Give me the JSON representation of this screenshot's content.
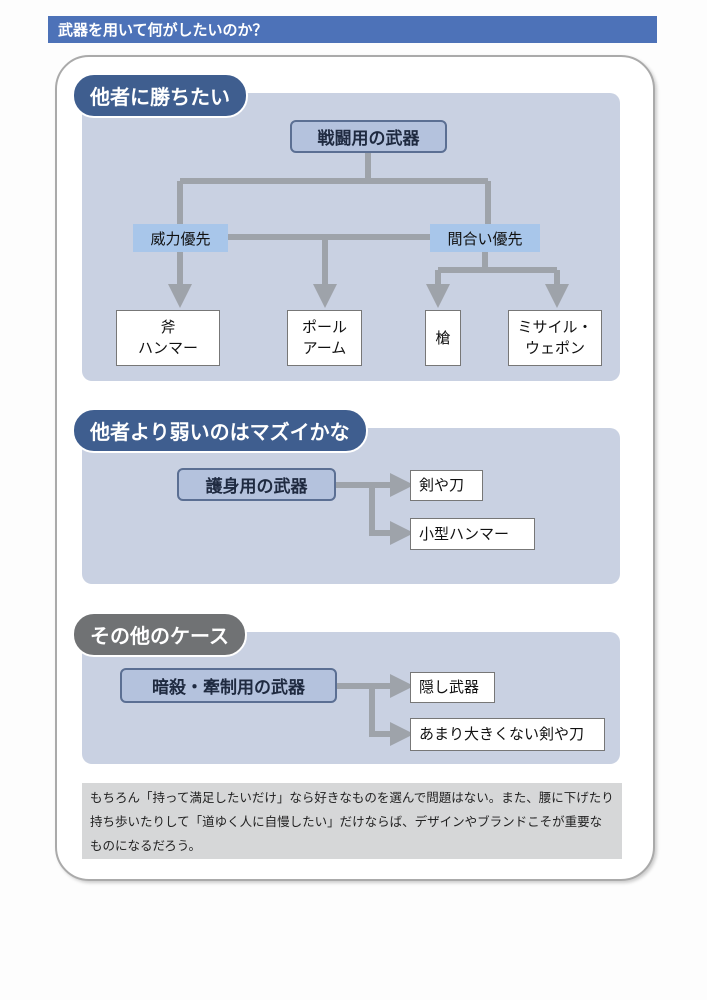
{
  "header": {
    "title": "武器を用いて何がしたいのか？"
  },
  "sections": [
    {
      "title": "他者に勝ちたい",
      "root": "戦闘用の武器",
      "branches": [
        "威力優先",
        "間合い優先"
      ],
      "leaves": [
        "斧\nハンマー",
        "ポール\nアーム",
        "槍",
        "ミサイル・\nウェポン"
      ]
    },
    {
      "title": "他者より弱いのはマズイかな",
      "root": "護身用の武器",
      "leaves": [
        "剣や刀",
        "小型ハンマー"
      ]
    },
    {
      "title": "その他のケース",
      "root": "暗殺・牽制用の武器",
      "leaves": [
        "隠し武器",
        "あまり大きくない剣や刀"
      ]
    }
  ],
  "note": "もちろん「持って満足したいだけ」なら好きなものを選んで問題はない。また、腰に下げたり持ち歩いたりして「道ゆく人に自慢したい」だけならば、デザインやブランドこそが重要なものになるだろう。",
  "colors": {
    "header": "#4d72b8",
    "pill": "#3f5e8f",
    "panel": "#c9d1e2",
    "arrow": "#9ea3aa"
  }
}
